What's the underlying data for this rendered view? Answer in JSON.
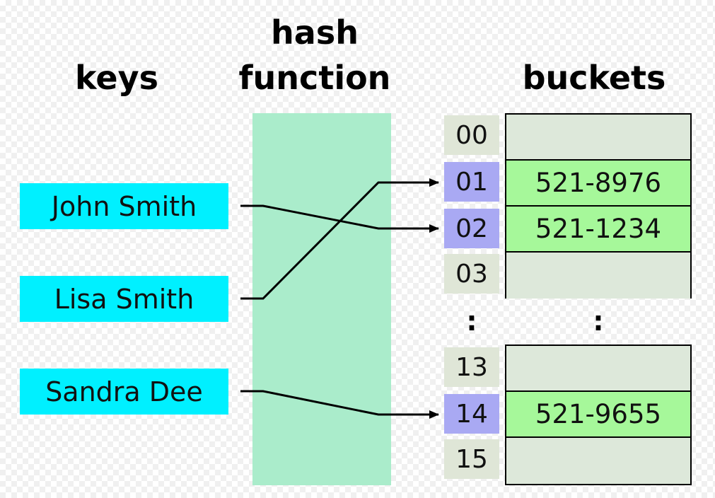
{
  "headings": {
    "keys": "keys",
    "hash_line1": "hash",
    "hash_line2": "function",
    "buckets": "buckets"
  },
  "keys": [
    {
      "label": "John Smith",
      "target": "02"
    },
    {
      "label": "Lisa Smith",
      "target": "01"
    },
    {
      "label": "Sandra Dee",
      "target": "14"
    }
  ],
  "indices_top": [
    "00",
    "01",
    "02",
    "03"
  ],
  "indices_bottom": [
    "13",
    "14",
    "15"
  ],
  "buckets_top": [
    "",
    "521-8976",
    "521-1234",
    ""
  ],
  "buckets_bottom": [
    "",
    "521-9655",
    ""
  ],
  "ellipsis": ":",
  "colors": {
    "key_fill": "#00f0ff",
    "hash_fill": "#aaeccb",
    "index_fill": "#dfe6d7",
    "index_hit_fill": "#a9a9f3",
    "slot_empty_fill": "#dde8da",
    "slot_filled_fill": "#a6f89a"
  }
}
